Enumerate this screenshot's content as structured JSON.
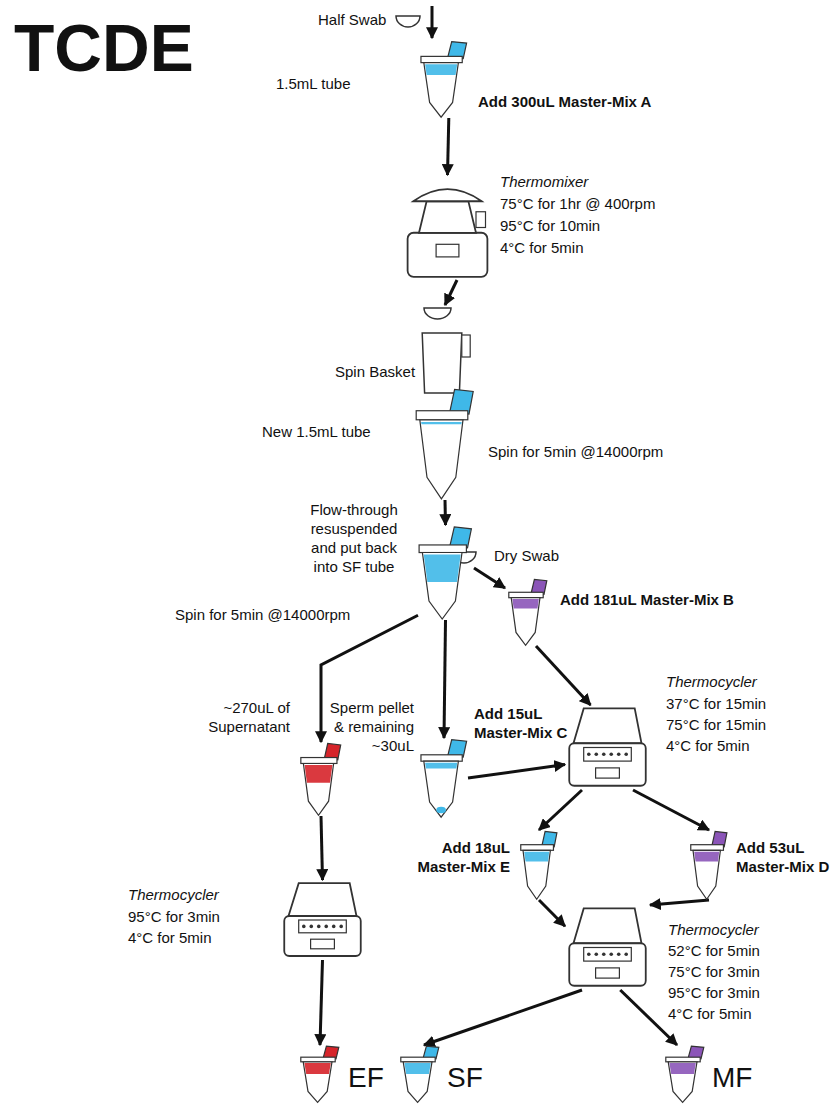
{
  "diagram": {
    "title": "TCDE",
    "nodes": [
      {
        "text": [
          "Half Swab",
          "1.5mL tube",
          "Add 300uL Master-Mix A"
        ]
      },
      {
        "text": [
          "Thermomixer",
          "75°C for 1hr @ 400rpm",
          "95°C for 10min",
          "4°C for 5min"
        ]
      },
      {
        "text": [
          "Spin Basket",
          "New 1.5mL tube",
          "Spin for 5min @14000rpm"
        ]
      },
      {
        "text": [
          "Flow-through resuspended and put back into SF tube",
          "Spin for 5min @14000rpm"
        ]
      },
      {
        "text": [
          "Dry Swab",
          "Add 181uL Master-Mix B"
        ]
      },
      {
        "text": [
          "~270uL of Supernatant"
        ]
      },
      {
        "text": [
          "Sperm pellet & remaining ~30uL",
          "Add 15uL Master-Mix C"
        ]
      },
      {
        "text": [
          "Thermocycler",
          "37°C for 15min",
          "75°C for 15min",
          "4°C for 5min"
        ]
      },
      {
        "text": [
          "Thermocycler",
          "95°C for 3min",
          "4°C for 5min"
        ]
      },
      {
        "text": [
          "Add 18uL Master-Mix E"
        ]
      },
      {
        "text": [
          "Add 53uL Master-Mix D"
        ]
      },
      {
        "text": [
          "Thermocycler",
          "52°C for 5min",
          "75°C for 3min",
          "95°C for 3min",
          "4°C for 5min"
        ]
      },
      {
        "text": [
          "EF"
        ]
      },
      {
        "text": [
          "SF"
        ]
      },
      {
        "text": [
          "MF"
        ]
      }
    ],
    "edges": [
      {
        "from": 0,
        "to": 1,
        "arrow": "to"
      },
      {
        "from": 1,
        "to": 2,
        "arrow": "to"
      },
      {
        "from": 2,
        "to": 3,
        "arrow": "to"
      },
      {
        "from": 3,
        "to": 5,
        "arrow": "to"
      },
      {
        "from": 3,
        "to": 6,
        "arrow": "to"
      },
      {
        "from": 4,
        "to": 7,
        "arrow": "to"
      },
      {
        "from": 6,
        "to": 7,
        "arrow": "to"
      },
      {
        "from": 5,
        "to": 8,
        "arrow": "to"
      },
      {
        "from": 7,
        "to": 9,
        "arrow": "to"
      },
      {
        "from": 7,
        "to": 10,
        "arrow": "to"
      },
      {
        "from": 9,
        "to": 11,
        "arrow": "to"
      },
      {
        "from": 10,
        "to": 11,
        "arrow": "to"
      },
      {
        "from": 8,
        "to": 12,
        "arrow": "to"
      },
      {
        "from": 11,
        "to": 13,
        "arrow": "to"
      },
      {
        "from": 11,
        "to": 14,
        "arrow": "to"
      }
    ]
  }
}
